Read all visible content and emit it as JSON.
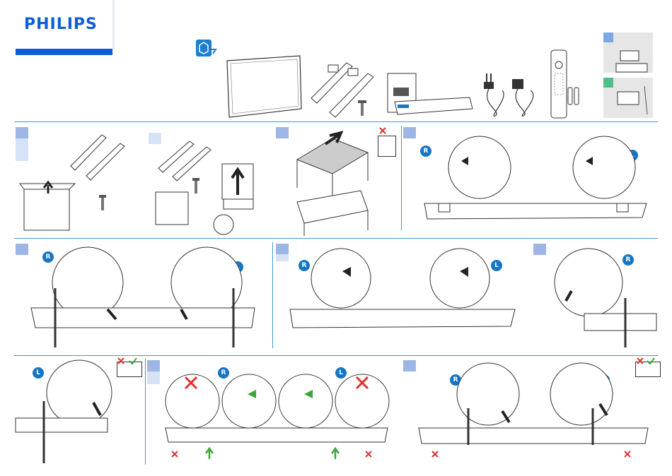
{
  "brand": {
    "name": "PHILIPS",
    "color": "#0b5ed7"
  },
  "colors": {
    "accent": "#1576c5",
    "divider": "#3a9bd5",
    "ok": "#3ba53b",
    "error": "#e03030",
    "step_tag": "#9db6e6"
  },
  "badges": {
    "right": "R",
    "left": "L"
  },
  "icons": [
    "package-contents-icon",
    "tv-panel-icon",
    "stand-feet-icon",
    "screw-icon",
    "manual-icon",
    "power-cable-icon",
    "remote-control-icon",
    "batteries-icon",
    "wall-mount-icon",
    "tabletop-icon",
    "check-icon",
    "cross-icon",
    "arrow-up-icon"
  ]
}
